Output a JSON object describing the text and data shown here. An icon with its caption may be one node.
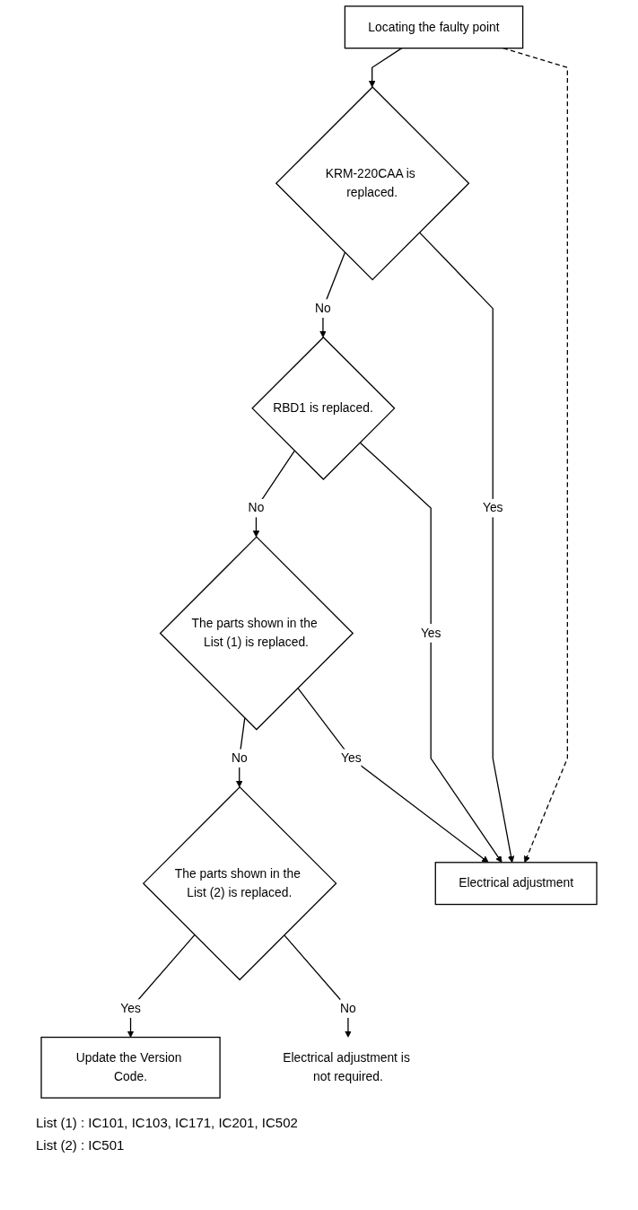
{
  "diagram": {
    "nodes": [
      {
        "text": [
          "Locating the faulty point"
        ]
      },
      {
        "text": [
          "KRM-220CAA is replaced."
        ]
      },
      {
        "text": [
          "RBD1 is replaced."
        ]
      },
      {
        "text": [
          "The parts shown in the List (1) is replaced."
        ]
      },
      {
        "text": [
          "The parts shown in the List (2) is replaced."
        ]
      },
      {
        "text": [
          "Electrical adjustment is not required."
        ]
      },
      {
        "text": [
          "Electrical adjustment"
        ]
      },
      {
        "text": [
          "Update the Version Code."
        ]
      }
    ],
    "edges": [
      {
        "from": 0,
        "to": 1,
        "arrow": "to"
      },
      {
        "from": 0,
        "to": 6,
        "arrow": "to",
        "style": "dashed"
      },
      {
        "from": 1,
        "to": 6,
        "arrow": "to",
        "label": "Yes"
      },
      {
        "from": 1,
        "to": 2,
        "arrow": "to",
        "label": "No"
      },
      {
        "from": 2,
        "to": 6,
        "arrow": "to",
        "label": "Yes"
      },
      {
        "from": 2,
        "to": 3,
        "arrow": "to",
        "label": "No"
      },
      {
        "from": 3,
        "to": 6,
        "arrow": "to",
        "label": "Yes"
      },
      {
        "from": 3,
        "to": 4,
        "arrow": "to",
        "label": "No"
      },
      {
        "from": 4,
        "to": 7,
        "arrow": "to",
        "label": "Yes"
      },
      {
        "from": 4,
        "to": 5,
        "arrow": "to",
        "label": "No"
      }
    ],
    "labels": [
      "List (1) : IC101, IC103, IC171, IC201, IC502",
      "List (2) : IC501"
    ]
  }
}
